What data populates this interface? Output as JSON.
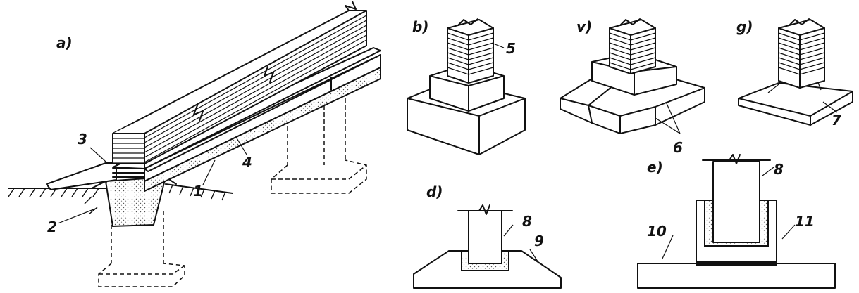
{
  "panels": {
    "a": "a)",
    "b": "b)",
    "v": "v)",
    "g": "g)",
    "d": "d)",
    "e": "e)"
  },
  "callouts": {
    "n1": "1",
    "n2": "2",
    "n3": "3",
    "n4": "4",
    "n5": "5",
    "n6": "6",
    "n7": "7",
    "n8_d": "8",
    "n8_e": "8",
    "n9": "9",
    "n10": "10",
    "n11": "11"
  }
}
